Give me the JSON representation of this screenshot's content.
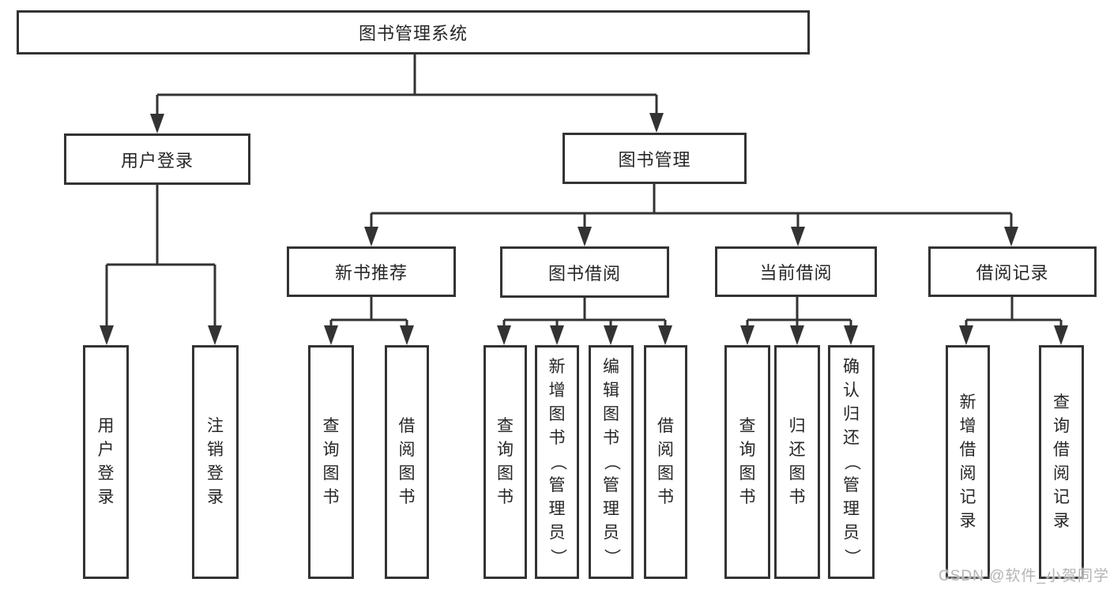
{
  "diagram": {
    "root": {
      "label": "图书管理系统"
    },
    "branches": {
      "user_login": {
        "label": "用户登录"
      },
      "book_mgmt": {
        "label": "图书管理"
      }
    },
    "level2": {
      "new_book": {
        "label": "新书推荐"
      },
      "borrow": {
        "label": "图书借阅"
      },
      "current": {
        "label": "当前借阅"
      },
      "records": {
        "label": "借阅记录"
      }
    },
    "leaves": {
      "login": "用户登录",
      "logout": "注销登录",
      "nb_query": "查询图书",
      "nb_borrow": "借阅图书",
      "bw_query": "查询图书",
      "bw_add": "新增图书（管理员）",
      "bw_edit": "编辑图书（管理员）",
      "bw_borrow": "借阅图书",
      "cur_query": "查询图书",
      "cur_return": "归还图书",
      "cur_confirm": "确认归还（管理员）",
      "rec_add": "新增借阅记录",
      "rec_query": "查询借阅记录"
    }
  },
  "colors": {
    "line": "#333333",
    "text": "#262626",
    "watermark": "#b0b0b0"
  },
  "watermark": "CSDN @软件_小贺同学"
}
